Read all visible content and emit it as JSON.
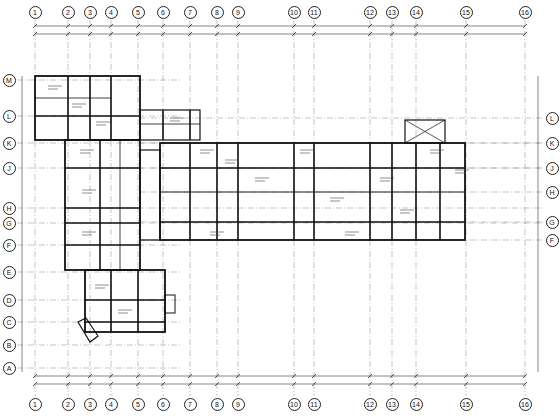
{
  "diagram": {
    "nodes": [
      {
        "text": [
          "1"
        ]
      },
      {
        "text": [
          "2"
        ]
      },
      {
        "text": [
          "3"
        ]
      },
      {
        "text": [
          "4"
        ]
      },
      {
        "text": [
          "5"
        ]
      },
      {
        "text": [
          "6"
        ]
      },
      {
        "text": [
          "7"
        ]
      },
      {
        "text": [
          "8"
        ]
      },
      {
        "text": [
          "9"
        ]
      },
      {
        "text": [
          "10"
        ]
      },
      {
        "text": [
          "11"
        ]
      },
      {
        "text": [
          "12"
        ]
      },
      {
        "text": [
          "13"
        ]
      },
      {
        "text": [
          "14"
        ]
      },
      {
        "text": [
          "15"
        ]
      },
      {
        "text": [
          "16"
        ]
      },
      {
        "text": [
          "M"
        ]
      },
      {
        "text": [
          "L"
        ]
      },
      {
        "text": [
          "K"
        ]
      },
      {
        "text": [
          "J"
        ]
      },
      {
        "text": [
          "H"
        ]
      },
      {
        "text": [
          "G"
        ]
      },
      {
        "text": [
          "F"
        ]
      },
      {
        "text": [
          "E"
        ]
      },
      {
        "text": [
          "D"
        ]
      },
      {
        "text": [
          "C"
        ]
      },
      {
        "text": [
          "B"
        ]
      },
      {
        "text": [
          "A"
        ]
      },
      {
        "text": [
          "L"
        ]
      },
      {
        "text": [
          "K"
        ]
      },
      {
        "text": [
          "J"
        ]
      },
      {
        "text": [
          "H"
        ]
      },
      {
        "text": [
          "G"
        ]
      },
      {
        "text": [
          "F"
        ]
      },
      {
        "text": [
          "1"
        ]
      },
      {
        "text": [
          "2"
        ]
      },
      {
        "text": [
          "3"
        ]
      },
      {
        "text": [
          "4"
        ]
      },
      {
        "text": [
          "5"
        ]
      },
      {
        "text": [
          "6"
        ]
      },
      {
        "text": [
          "7"
        ]
      },
      {
        "text": [
          "8"
        ]
      },
      {
        "text": [
          "9"
        ]
      },
      {
        "text": [
          "10"
        ]
      },
      {
        "text": [
          "11"
        ]
      },
      {
        "text": [
          "12"
        ]
      },
      {
        "text": [
          "13"
        ]
      },
      {
        "text": [
          "14"
        ]
      },
      {
        "text": [
          "15"
        ]
      },
      {
        "text": [
          "16"
        ]
      }
    ]
  }
}
